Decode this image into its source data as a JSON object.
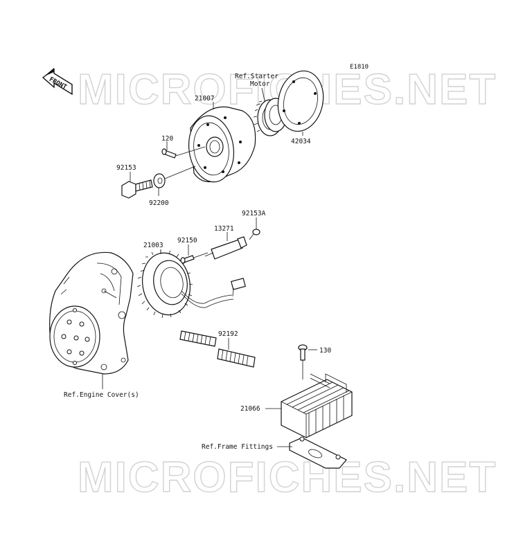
{
  "diagram_code": "E1810",
  "front_arrow_label": "FRONT",
  "watermark_text": "MICROFICHES.NET",
  "ref_labels": {
    "starter_motor_line1": "Ref.Starter",
    "starter_motor_line2": "Motor",
    "engine_cover": "Ref.Engine Cover(s)",
    "frame_fittings": "Ref.Frame Fittings"
  },
  "part_numbers": {
    "flywheel": "21007",
    "ring": "42034",
    "bolt_120": "120",
    "bolt_92153": "92153",
    "washer": "92200",
    "screw_92153a": "92153A",
    "sensor": "13271",
    "bolt_92150": "92150",
    "stator": "21003",
    "hose": "92192",
    "bolt_130": "130",
    "regulator": "21066"
  },
  "colors": {
    "line": "#111111",
    "watermark": "#d2d2d2",
    "background": "#ffffff"
  }
}
